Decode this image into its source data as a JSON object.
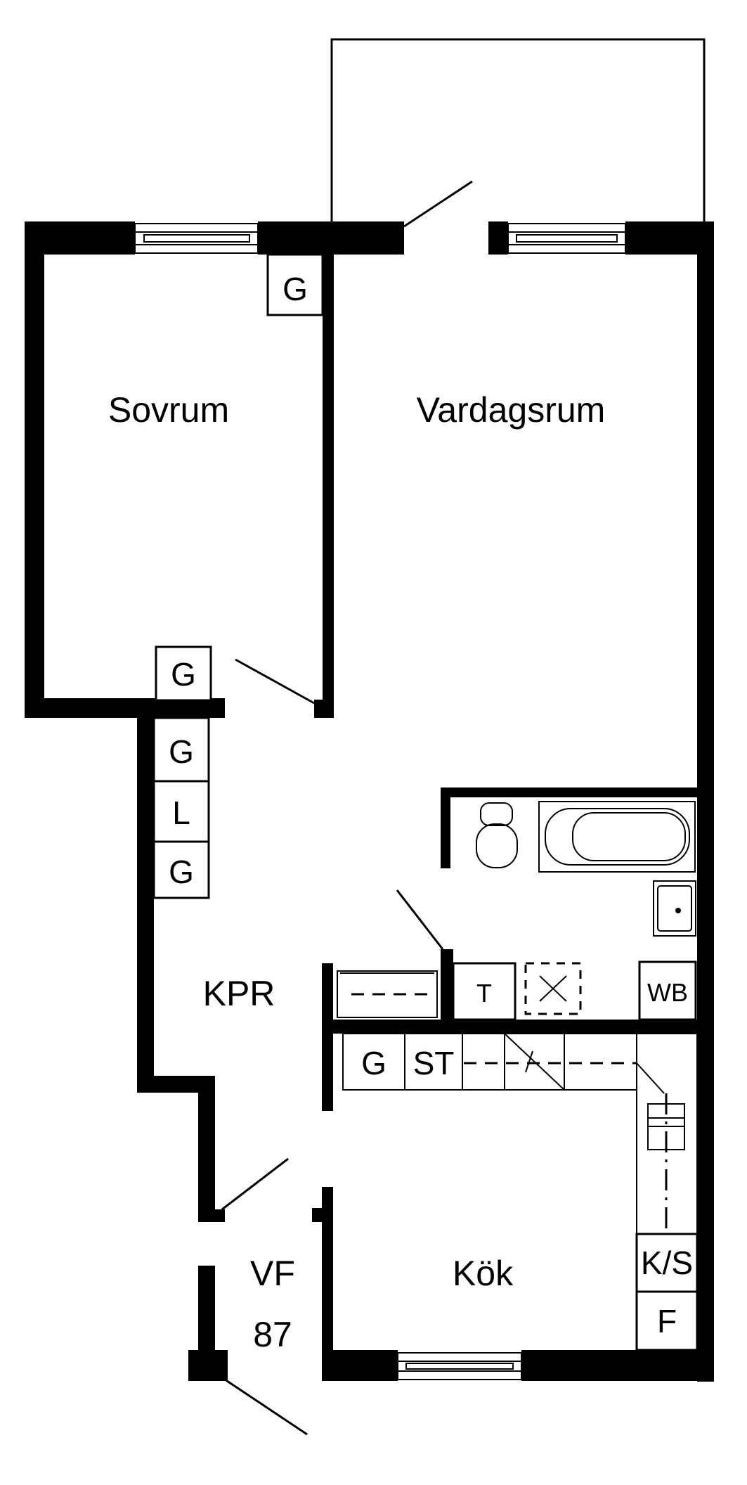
{
  "rooms": {
    "sovrum": "Sovrum",
    "vardagsrum": "Vardagsrum",
    "kpr": "KPR",
    "kok": "Kök",
    "vf": "VF",
    "vf_number": "87"
  },
  "labels": {
    "g_sovrum": "G",
    "g_door": "G",
    "g_stack_1": "G",
    "l_stack": "L",
    "g_stack_2": "G",
    "t": "T",
    "wb": "WB",
    "g_kitchen": "G",
    "st": "ST",
    "ks": "K/S",
    "f": "F"
  }
}
